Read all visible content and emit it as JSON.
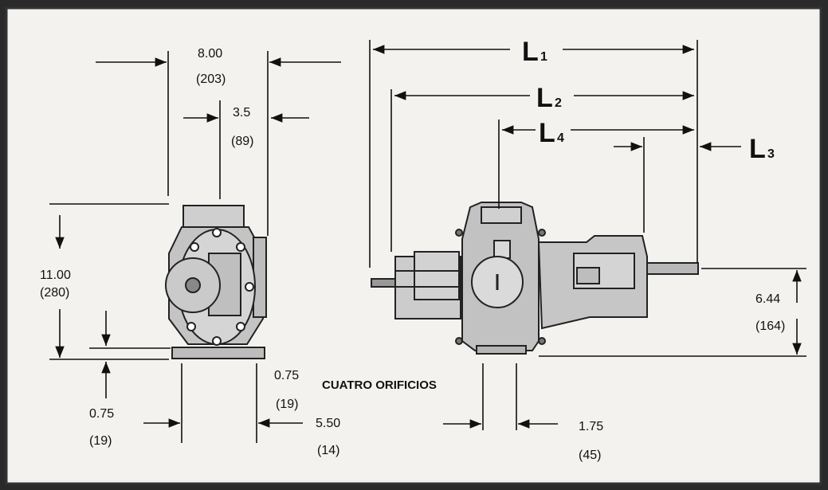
{
  "dims": {
    "w_in": "8.00",
    "w_mm": "(203)",
    "c_in": "3.5",
    "c_mm": "(89)",
    "h_in": "11.00",
    "h_mm": "(280)",
    "base_l_in": "0.75",
    "base_l_mm": "(19)",
    "base_r_in": "0.75",
    "base_r_mm": "(19)",
    "foot_in": "5.50",
    "foot_mm": "(14)",
    "holes": "CUATRO ORIFICIOS",
    "bolt_in": "1.75",
    "bolt_mm": "(45)",
    "shaft_h_in": "6.44",
    "shaft_h_mm": "(164)"
  },
  "labels": {
    "L": "L",
    "l1": "1",
    "l2": "2",
    "l3": "3",
    "l4": "4"
  },
  "colors": {
    "paper": "#f3f2ef",
    "ink": "#111111",
    "pump": "#c8c8c8",
    "frame": "#2a2a2a"
  }
}
